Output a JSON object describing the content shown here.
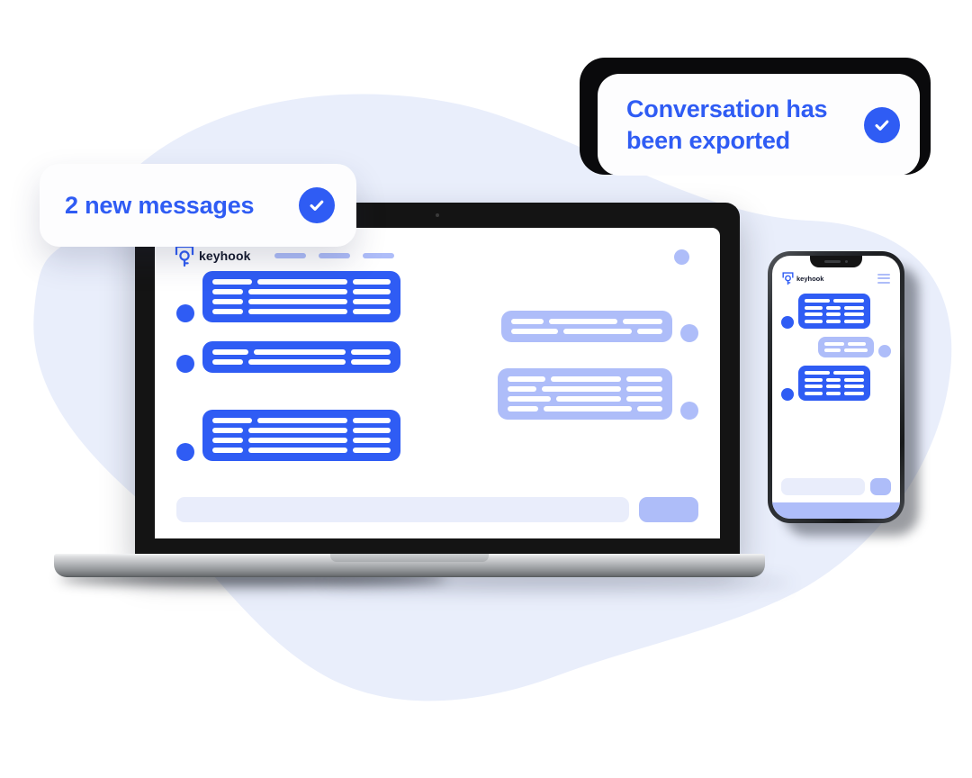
{
  "theme": {
    "blob_color": "#e9eefb",
    "primary_blue": "#2f5cf4",
    "light_blue": "#aebdf9",
    "field_bg": "#e9edfb",
    "card_bg": "#fdfdfe",
    "laptop_bezel": "#141414",
    "text_dark": "#13182b"
  },
  "notifications": [
    {
      "id": "new-messages",
      "text": "2 new messages",
      "icon": "check-circle-icon",
      "icon_color": "#2f5cf4"
    },
    {
      "id": "conversation-exported",
      "text": "Conversation has been exported",
      "icon": "check-circle-icon",
      "icon_color": "#2f5cf4"
    }
  ],
  "laptop": {
    "brand": {
      "name": "keyhook",
      "icon": "keyhook-key-logo-icon"
    },
    "nav_placeholder_count": 3,
    "header_dot": "status-dot",
    "messages": [
      {
        "side": "left",
        "tone": "dark",
        "lines": [
          [
            44,
            100,
            42
          ],
          [
            34,
            110,
            42
          ],
          [
            34,
            110,
            42
          ],
          [
            34,
            110,
            42
          ]
        ]
      },
      {
        "side": "right",
        "tone": "light",
        "lines": [
          [
            36,
            76,
            44
          ],
          [
            52,
            76,
            28
          ]
        ]
      },
      {
        "side": "left",
        "tone": "dark",
        "lines": [
          [
            40,
            102,
            44
          ],
          [
            34,
            108,
            44
          ]
        ]
      },
      {
        "side": "right",
        "tone": "light",
        "lines": [
          [
            42,
            78,
            40
          ],
          [
            32,
            88,
            40
          ],
          [
            48,
            72,
            40
          ],
          [
            34,
            98,
            28
          ]
        ]
      },
      {
        "side": "left",
        "tone": "dark",
        "lines": [
          [
            44,
            100,
            42
          ],
          [
            34,
            110,
            42
          ],
          [
            34,
            110,
            42
          ],
          [
            34,
            110,
            42
          ]
        ]
      }
    ],
    "composer": {
      "input_placeholder": "",
      "send_label": ""
    }
  },
  "phone": {
    "brand": {
      "name": "keyhook",
      "icon": "keyhook-key-logo-icon"
    },
    "menu_icon": "hamburger-menu-icon",
    "messages": [
      {
        "side": "left",
        "tone": "dark",
        "lines": [
          [
            28,
            34
          ],
          [
            20,
            16,
            22
          ],
          [
            20,
            16,
            22
          ],
          [
            20,
            16,
            22
          ]
        ]
      },
      {
        "side": "right",
        "tone": "light",
        "lines": [
          [
            22,
            20
          ],
          [
            18,
            26
          ]
        ]
      },
      {
        "side": "left",
        "tone": "dark",
        "lines": [
          [
            28,
            34
          ],
          [
            20,
            16,
            22
          ],
          [
            20,
            16,
            22
          ],
          [
            20,
            16,
            22
          ]
        ]
      }
    ],
    "composer": {
      "input_placeholder": "",
      "send_label": ""
    }
  }
}
